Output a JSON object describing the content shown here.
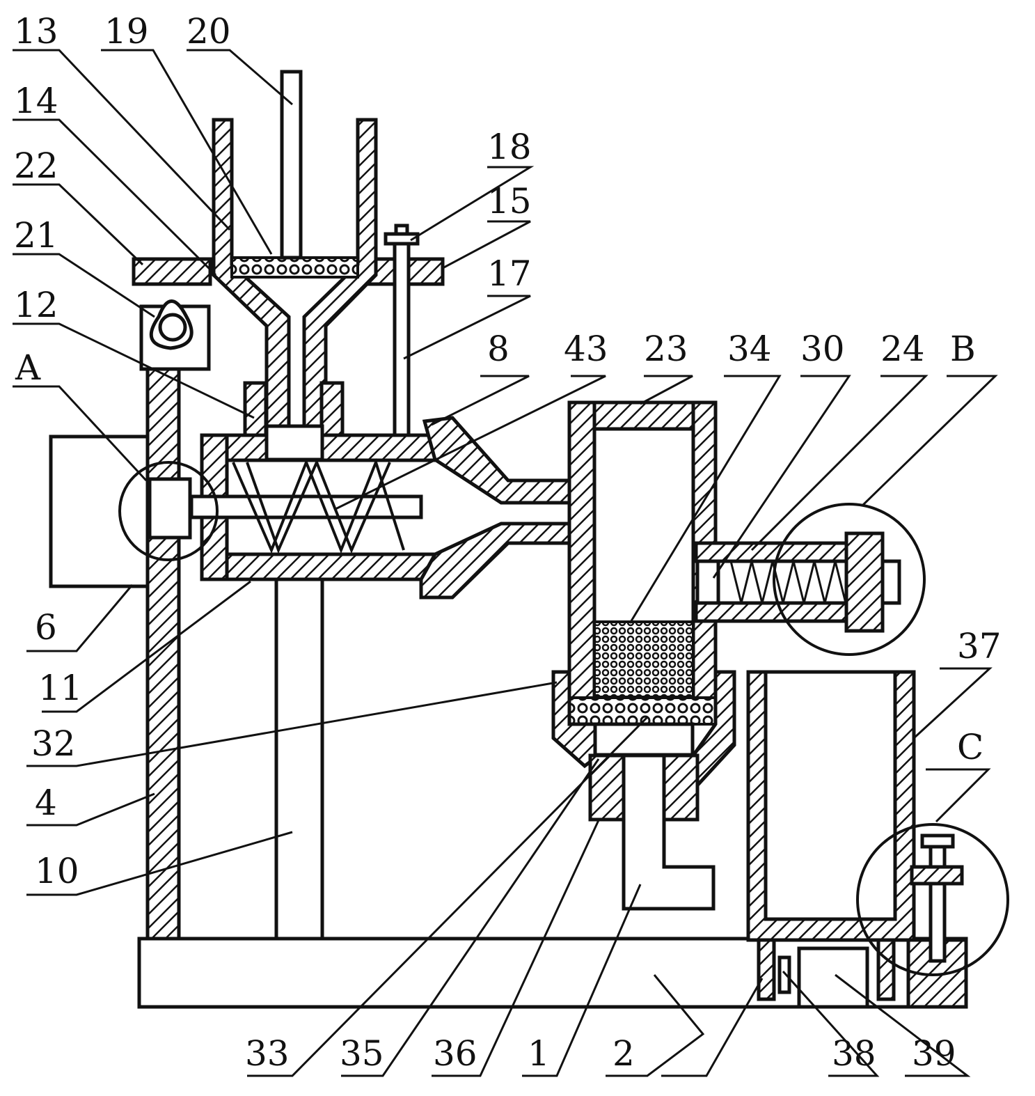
{
  "labels": {
    "l13": "13",
    "l19": "19",
    "l20": "20",
    "l14": "14",
    "l22": "22",
    "l21": "21",
    "l12": "12",
    "lA": "A",
    "l18": "18",
    "l15": "15",
    "l17": "17",
    "l8": "8",
    "l43": "43",
    "l23": "23",
    "l34": "34",
    "l30": "30",
    "l24": "24",
    "lB": "B",
    "l6": "6",
    "l11": "11",
    "l32": "32",
    "l4": "4",
    "l10": "10",
    "l37": "37",
    "lC": "C",
    "l33": "33",
    "l35": "35",
    "l36": "36",
    "l1": "1",
    "l2": "2",
    "l38": "38",
    "l39": "39"
  }
}
